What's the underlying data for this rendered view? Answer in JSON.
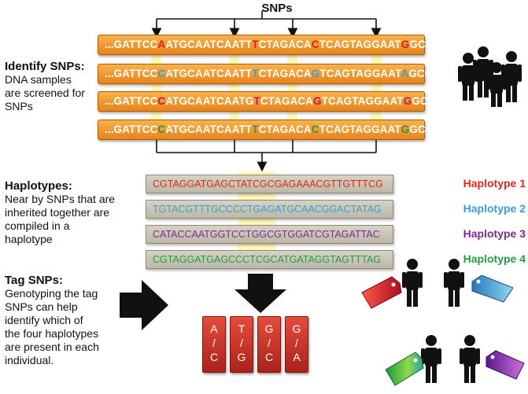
{
  "title": "SNPs",
  "sequences": [
    [
      "...GATTCC",
      "A",
      "ATGCAATCAATT",
      "T",
      "CTAGACA",
      "C",
      "TCAGTAGGAAT",
      "G",
      "GCGAT..."
    ],
    [
      "...GATTCC",
      "C",
      "ATGCAATCAATT",
      "T",
      "CTAGACA",
      "G",
      "TCAGTAGGAAT",
      "A",
      "GCGAT..."
    ],
    [
      "...GATTCC",
      "C",
      "ATGCAATCAATG",
      "T",
      "CTAGACA",
      "G",
      "TCAGTAGGAAT",
      "G",
      "GCGAT..."
    ],
    [
      "...GATTCC",
      "C",
      "ATGCAATCAATT",
      "T",
      "CTAGACA",
      "C",
      "TCAGTAGGAAT",
      "G",
      "GCGAT..."
    ]
  ],
  "sequence_snp_colors": [
    [
      "#e02010",
      "#e02010",
      "#e02010",
      "#e02010"
    ],
    [
      "#3aa0d8",
      "#3aa0d8",
      "#3aa0d8",
      "#3aa0d8"
    ],
    [
      "#c2185b",
      "#c2185b",
      "#c2185b",
      "#c2185b"
    ],
    [
      "#2e9a3a",
      "#2e9a3a",
      "#2e9a3a",
      "#2e9a3a"
    ]
  ],
  "identify": {
    "title": "Identify SNPs:",
    "lines": [
      "DNA samples",
      "are screened for",
      "SNPs"
    ]
  },
  "haplotypes_section": {
    "title": "Haplotypes:",
    "lines": [
      "Near by SNPs that are",
      "inherited together are",
      "compiled in a",
      "haplotype"
    ]
  },
  "tag_section": {
    "title": "Tag SNPs:",
    "lines": [
      "Genotyping the tag",
      "SNPs can help",
      "identify which of",
      "the four haplotypes",
      "are present in each",
      "individual."
    ]
  },
  "haplotypes": [
    {
      "sequence": "CGTAGGATGAGCTATCGCGAGAAACGTTGTTTCG",
      "label": "Haplotype 1",
      "color": "#e0281a"
    },
    {
      "sequence": "TGTACGTTTGCCCCTGAGATGCAACGGACTATAG",
      "label": "Haplotype 2",
      "color": "#3a9fd0"
    },
    {
      "sequence": "CATACCAATGGTCCTGGCGTGGATCGTAGATTAC",
      "label": "Haplotype 3",
      "color": "#7b2d8a"
    },
    {
      "sequence": "CGTAGGATGAGCCCTCGCATGATAGGTAGTTTAG",
      "label": "Haplotype 4",
      "color": "#1fa040"
    }
  ],
  "tag_snps": [
    {
      "top": "A",
      "sep": "/",
      "bottom": "C"
    },
    {
      "top": "T",
      "sep": "/",
      "bottom": "G"
    },
    {
      "top": "G",
      "sep": "/",
      "bottom": "C"
    },
    {
      "top": "G",
      "sep": "/",
      "bottom": "A"
    }
  ],
  "tag_colors": [
    "#d8283a",
    "#3a9fd0",
    "#3aa84a",
    "#9a2a9a"
  ]
}
